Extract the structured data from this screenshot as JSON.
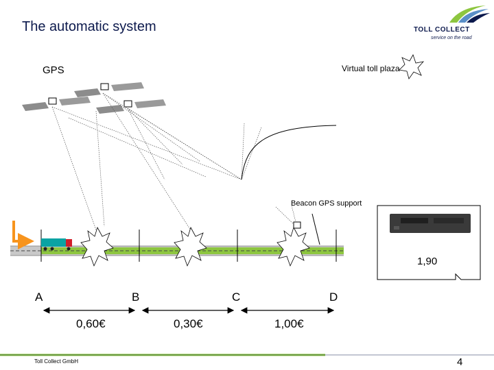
{
  "title": "The automatic system",
  "logo": {
    "name": "TOLL COLLECT",
    "tagline": "service on the road"
  },
  "labels": {
    "gps": "GPS",
    "virtual_toll_plaza": "Virtual toll plaza",
    "beacon_gps_support": "Beacon GPS support"
  },
  "device": {
    "price": "1,90"
  },
  "points": [
    "A",
    "B",
    "C",
    "D"
  ],
  "segment_prices": [
    "0,60€",
    "0,30€",
    "1,00€"
  ],
  "footer": {
    "company": "Toll Collect GmbH",
    "page": "4"
  },
  "colors": {
    "road_green": "#8dc63f",
    "arrow_orange": "#f7941d",
    "title_blue": "#0d1a4d"
  }
}
